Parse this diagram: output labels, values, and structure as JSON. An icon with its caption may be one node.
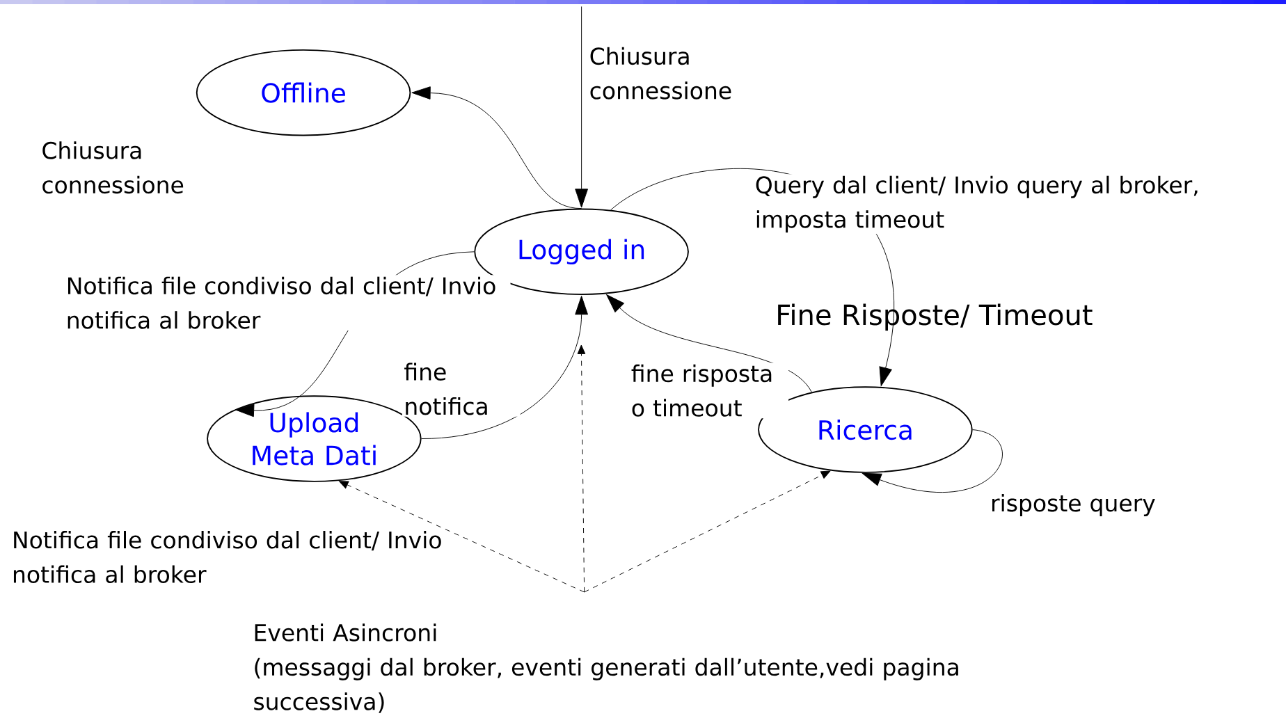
{
  "diagram": {
    "nodes": [
      {
        "text": [
          "Offline"
        ]
      },
      {
        "text": [
          "Logged in"
        ]
      },
      {
        "text": [
          "Upload Meta Dati"
        ]
      },
      {
        "text": [
          "Ricerca"
        ]
      },
      {
        "text": [
          "Eventi Asincroni",
          "(messaggi dal broker, eventi generati dall’utente,vedi pagina successiva)"
        ]
      }
    ],
    "edges": [
      {
        "from": null,
        "to": 1,
        "arrow": "to",
        "label": "Chiusura connessione"
      },
      {
        "from": 1,
        "to": 0,
        "arrow": "to"
      },
      {
        "from": 1,
        "to": 2,
        "arrow": "to",
        "label": "Notifica file condiviso dal client/ Invio notifica al broker"
      },
      {
        "from": 2,
        "to": 1,
        "arrow": "to",
        "label": "fine notifica"
      },
      {
        "from": 1,
        "to": 3,
        "arrow": "to",
        "label": "Query dal client/ Invio query al broker, imposta timeout"
      },
      {
        "from": 3,
        "to": 1,
        "arrow": "to",
        "label": "fine risposta o timeout"
      },
      {
        "from": 3,
        "to": 3,
        "arrow": "to",
        "label": "risposte query"
      },
      {
        "from": 4,
        "to": 2,
        "arrow": "to",
        "style": "dashed"
      },
      {
        "from": 4,
        "to": 1,
        "arrow": "to",
        "style": "dashed"
      },
      {
        "from": 4,
        "to": 3,
        "arrow": "to",
        "style": "dashed"
      }
    ],
    "labels": [
      "Chiusura connessione",
      "Fine Risposte/ Timeout",
      "Notifica file condiviso dal client/ Invio notifica al broker"
    ]
  }
}
